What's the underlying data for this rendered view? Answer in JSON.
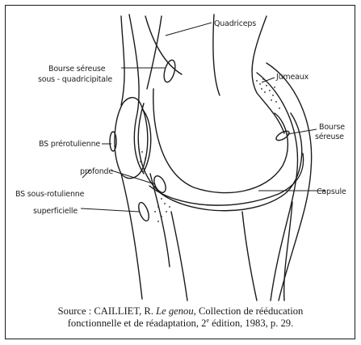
{
  "labels": {
    "quadriceps": "Quadriceps",
    "bourse_sereuse_sq_line1": "Bourse séreuse",
    "bourse_sereuse_sq_line2": "sous - quadricipitale",
    "bs_prerotulienne": "BS prérotulienne",
    "profonde": "profonde",
    "bs_sous_rotulienne": "BS sous-rotulienne",
    "superficielle": "superficielle",
    "jumeaux": "Jumeaux",
    "bourse_sereuse_post_line1": "Bourse",
    "bourse_sereuse_post_line2": "séreuse",
    "capsule": "Capsule"
  },
  "caption": {
    "line1_prefix": "Source : CAILLIET, R. ",
    "line1_title": "Le genou",
    "line1_suffix": ", Collection de rééducation",
    "line2_prefix": "fonctionnelle et de réadaptation, 2",
    "line2_sup": "e",
    "line2_suffix": " édition, 1983, p. 29."
  }
}
